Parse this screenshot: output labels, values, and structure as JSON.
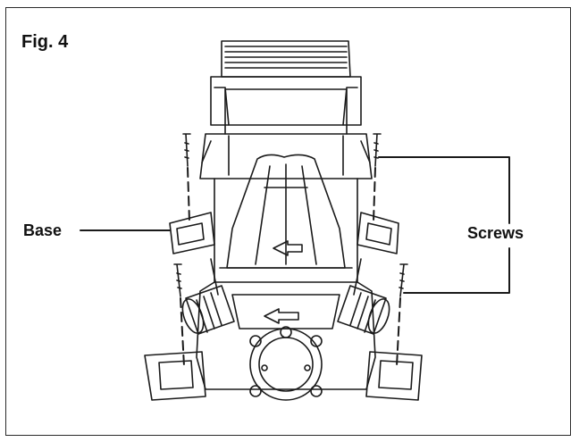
{
  "figure": {
    "title": "Fig. 4"
  },
  "labels": {
    "base": "Base",
    "screws": "Screws"
  },
  "icons": {
    "screw": "screw-icon"
  },
  "colors": {
    "line": "#1a1a1a",
    "background": "#ffffff",
    "border": "#2a2a2a"
  }
}
